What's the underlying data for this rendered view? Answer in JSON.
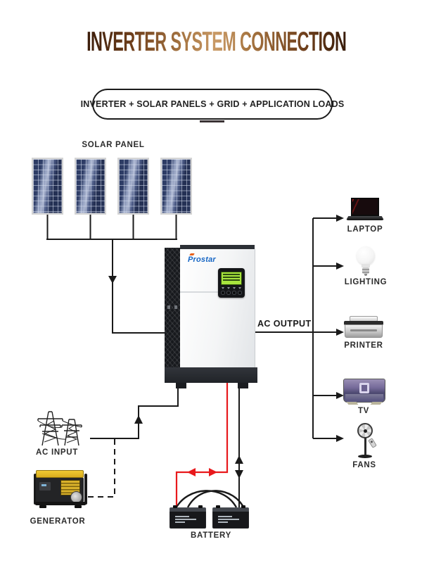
{
  "header": {
    "title": "INVERTER SYSTEM CONNECTION",
    "pill": "INVERTER + SOLAR PANELS + GRID + APPLICATION LOADS"
  },
  "solar": {
    "label": "SOLAR PANEL",
    "panel_count": 4
  },
  "inverter": {
    "brand": "Prostar"
  },
  "ac_output": {
    "label": "AC OUTPUT"
  },
  "loads": [
    {
      "name": "laptop",
      "label": "LAPTOP"
    },
    {
      "name": "lighting",
      "label": "LIGHTING"
    },
    {
      "name": "printer",
      "label": "PRINTER"
    },
    {
      "name": "tv",
      "label": "TV"
    },
    {
      "name": "fans",
      "label": "FANS"
    }
  ],
  "sources": {
    "ac_input": {
      "label": "AC INPUT"
    },
    "generator": {
      "label": "GENERATOR"
    }
  },
  "battery": {
    "label": "BATTERY",
    "count": 2
  },
  "colors": {
    "title_gradient_dark": "#3a1c0a",
    "title_gradient_light": "#c99a66",
    "wire_black": "#1a1a1a",
    "wire_red": "#e8191c",
    "panel_cell_blue": "#2b3a62",
    "panel_highlight": "#aab4cf",
    "lcd_green": "#a8e43e",
    "brand_blue": "#1565c4",
    "generator_yellow": "#d9ad1d"
  }
}
